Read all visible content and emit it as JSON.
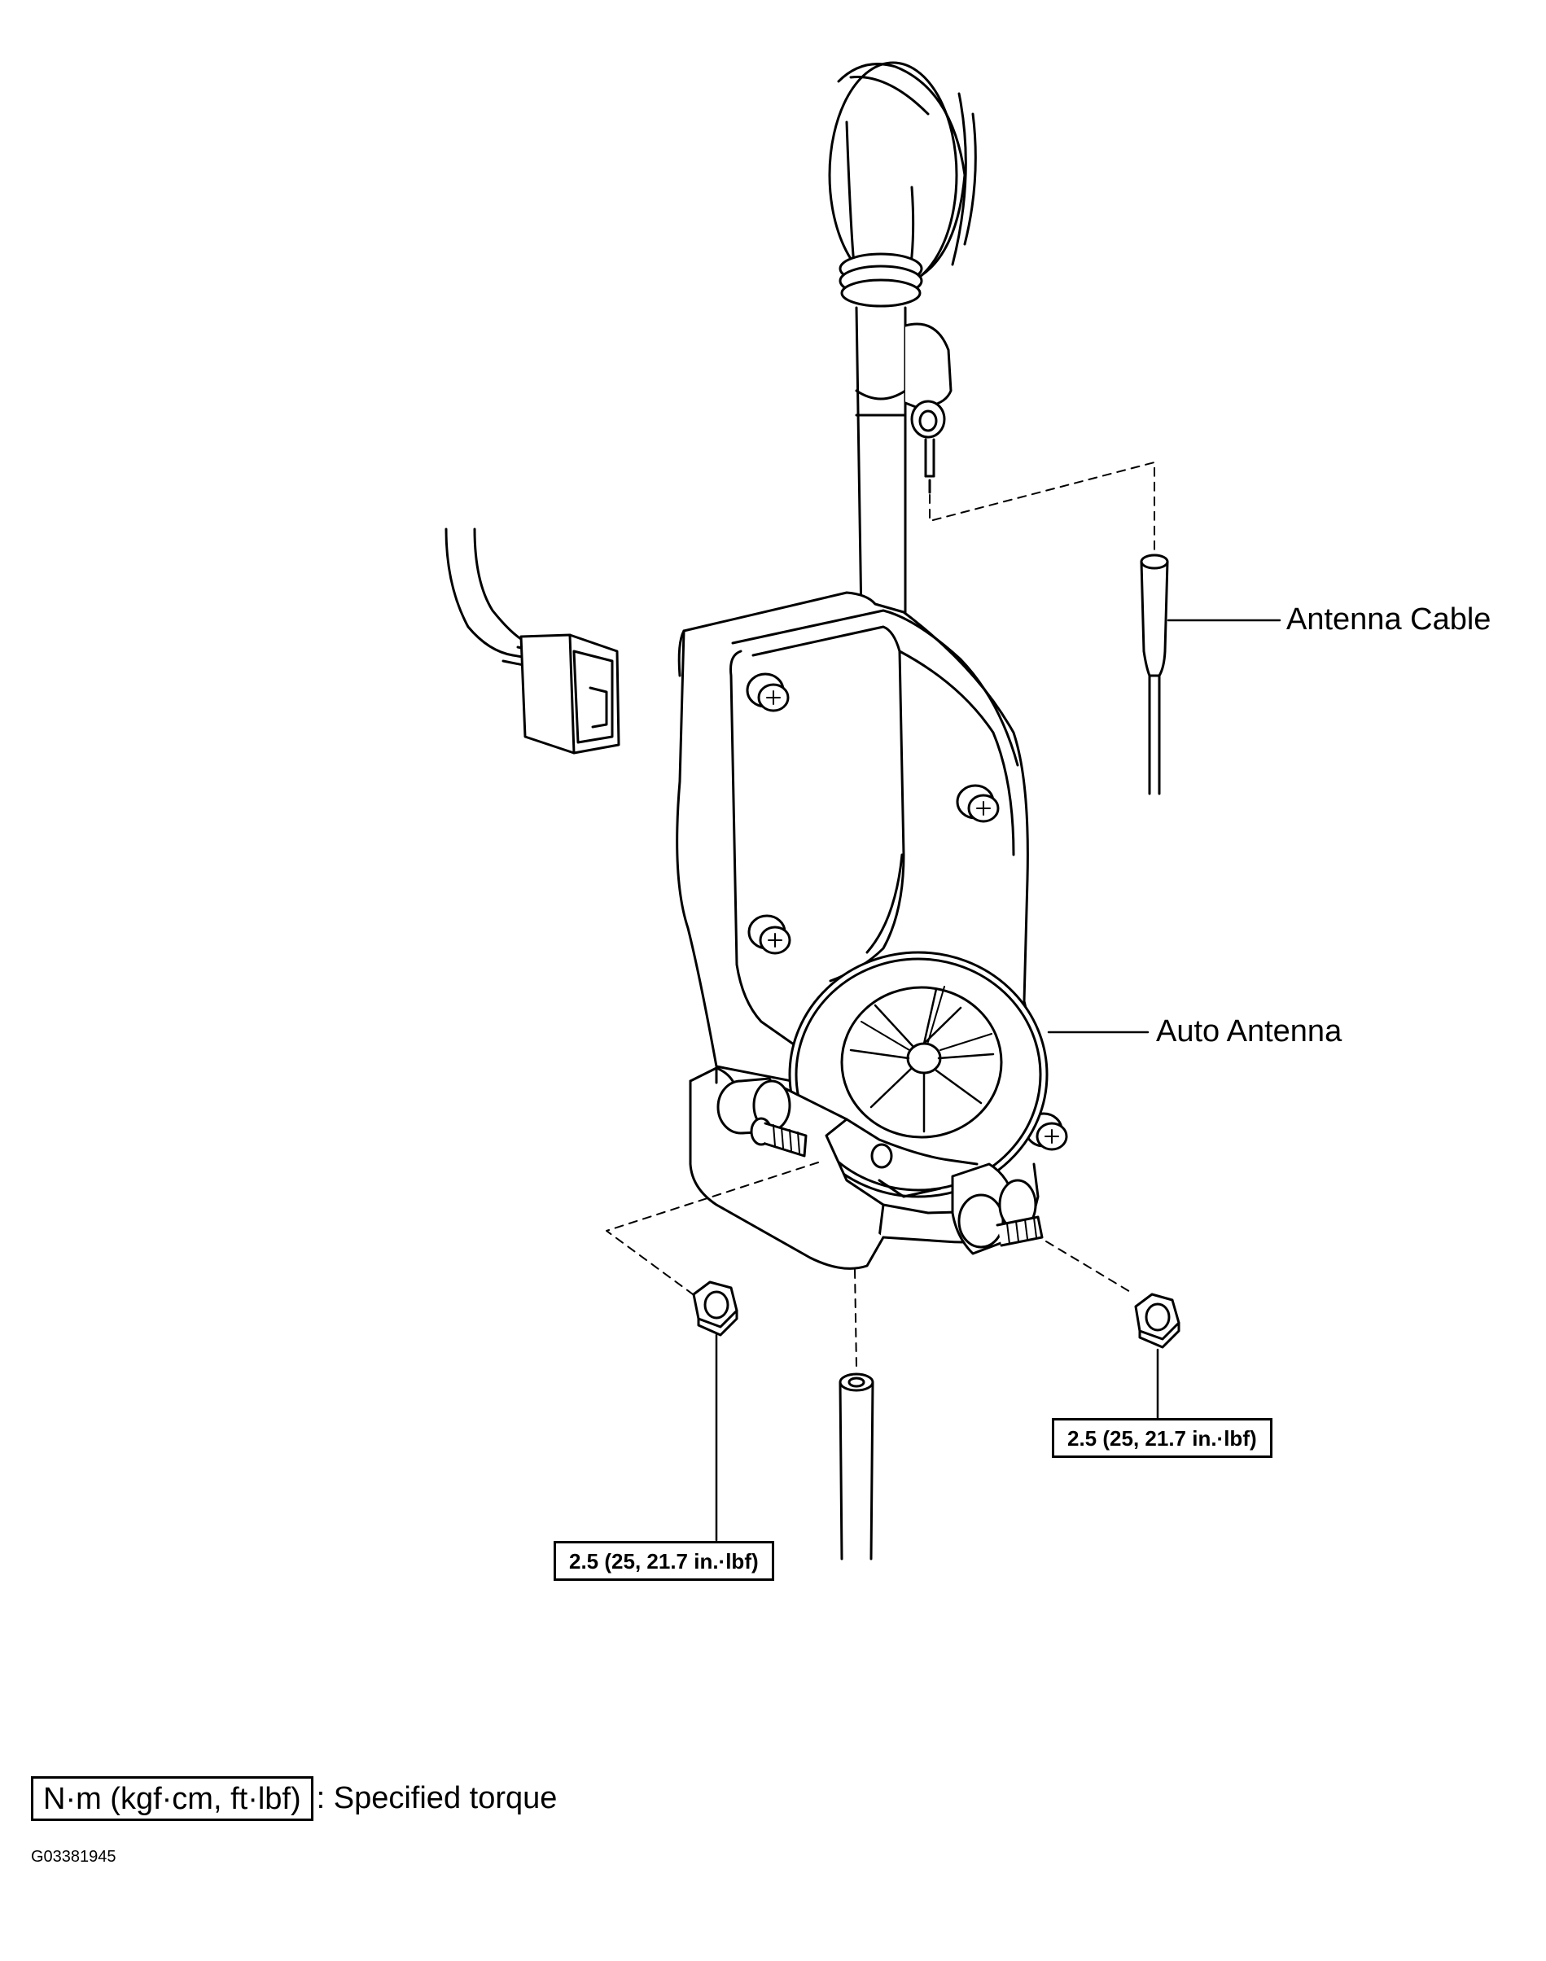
{
  "callouts": {
    "antenna_cable": "Antenna Cable",
    "auto_antenna": "Auto Antenna"
  },
  "torque": {
    "left_nut": "2.5 (25, 21.7 in.·lbf)",
    "right_nut": "2.5 (25, 21.7 in.·lbf)"
  },
  "legend": {
    "unit": "N·m (kgf·cm, ft·lbf)",
    "description": ": Specified torque"
  },
  "figure_code": "G03381945"
}
